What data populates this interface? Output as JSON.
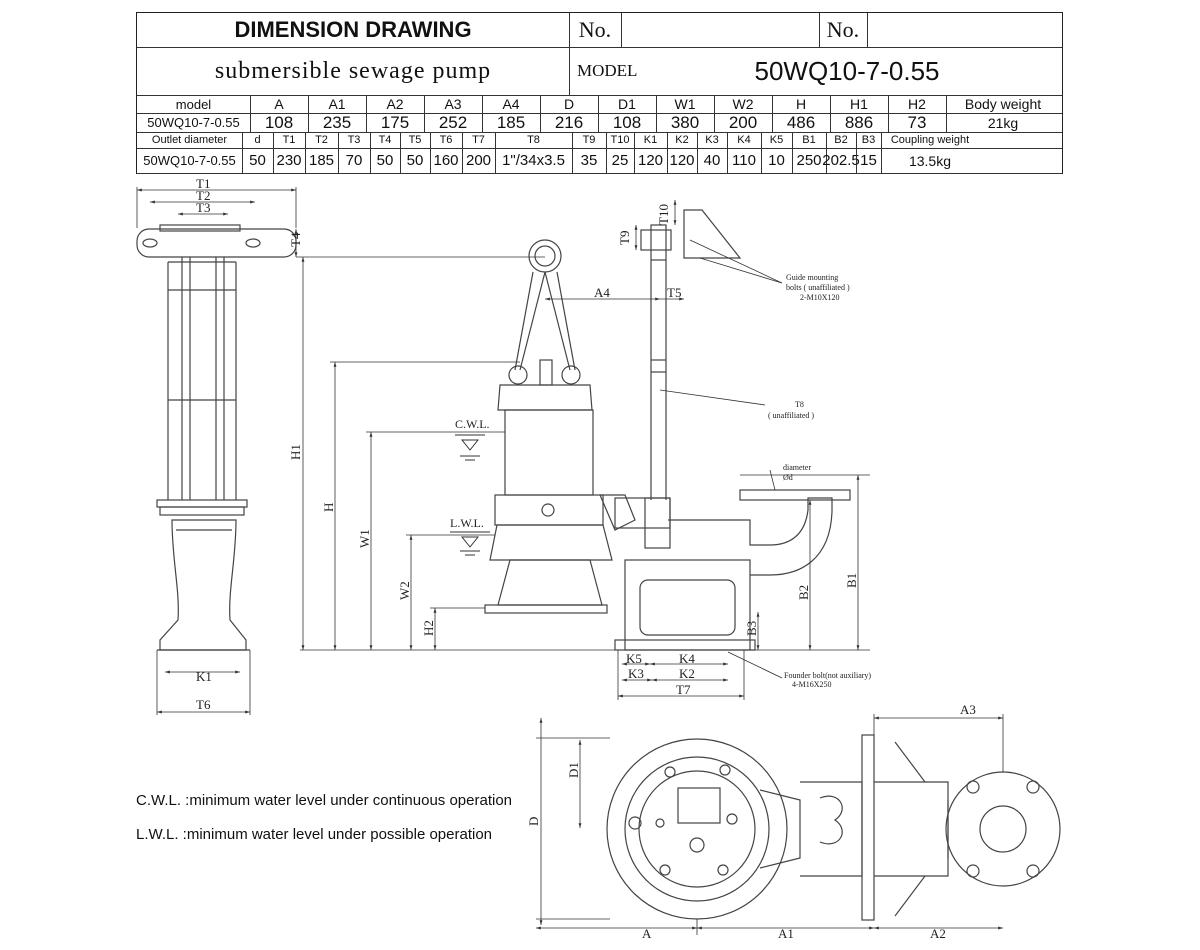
{
  "header": {
    "title": "DIMENSION DRAWING",
    "no_label_1": "No.",
    "no_label_2": "No.",
    "product": "submersible sewage pump",
    "model_label": "MODEL",
    "model_value": "50WQ10-7-0.55"
  },
  "table1": {
    "headers": [
      "model",
      "A",
      "A1",
      "A2",
      "A3",
      "A4",
      "D",
      "D1",
      "W1",
      "W2",
      "H",
      "H1",
      "H2",
      "Body weight"
    ],
    "values": [
      "50WQ10-7-0.55",
      "108",
      "235",
      "175",
      "252",
      "185",
      "216",
      "108",
      "380",
      "200",
      "486",
      "886",
      "73",
      "21kg"
    ]
  },
  "table2": {
    "headers": [
      "Outlet diameter",
      "d",
      "T1",
      "T2",
      "T3",
      "T4",
      "T5",
      "T6",
      "T7",
      "T8",
      "T9",
      "T10",
      "K1",
      "K2",
      "K3",
      "K4",
      "K5",
      "B1",
      "B2",
      "B3",
      "Coupling weight"
    ],
    "values": [
      "50WQ10-7-0.55",
      "50",
      "230",
      "185",
      "70",
      "50",
      "50",
      "160",
      "200",
      "1\"/34x3.5",
      "35",
      "25",
      "120",
      "120",
      "40",
      "110",
      "10",
      "250",
      "202.5",
      "15",
      "13.5kg"
    ]
  },
  "drawing": {
    "labels": {
      "T1": "T1",
      "T2": "T2",
      "T3": "T3",
      "T4": "T4",
      "H1": "H1",
      "K1": "K1",
      "T6": "T6",
      "A4": "A4",
      "T5": "T5",
      "T9": "T9",
      "T10": "T10",
      "T8": "T8",
      "H": "H",
      "W1": "W1",
      "W2": "W2",
      "H2": "H2",
      "B1": "B1",
      "B2": "B2",
      "B3": "B3",
      "K5": "K5",
      "K4": "K4",
      "K3": "K3",
      "K2": "K2",
      "T7": "T7",
      "D": "D",
      "D1": "D1",
      "A": "A",
      "A1": "A1",
      "A2": "A2",
      "A3": "A3",
      "cwl": "C.W.L.",
      "lwl": "L.W.L."
    },
    "annotations": {
      "guide_bolts_1": "Guide mounting",
      "guide_bolts_2": "bolts ( unaffiliated )",
      "guide_bolts_3": "2-M10X120",
      "t8_note_1": "T8",
      "t8_note_2": "( unaffiliated )",
      "diameter_1": "diameter",
      "diameter_2": "Ød",
      "founder_1": "Founder bolt(not auxiliary)",
      "founder_2": "4-M16X250"
    }
  },
  "notes": {
    "cwl": "C.W.L. :minimum water level under continuous operation",
    "lwl": "L.W.L. :minimum water level under possible operation"
  }
}
